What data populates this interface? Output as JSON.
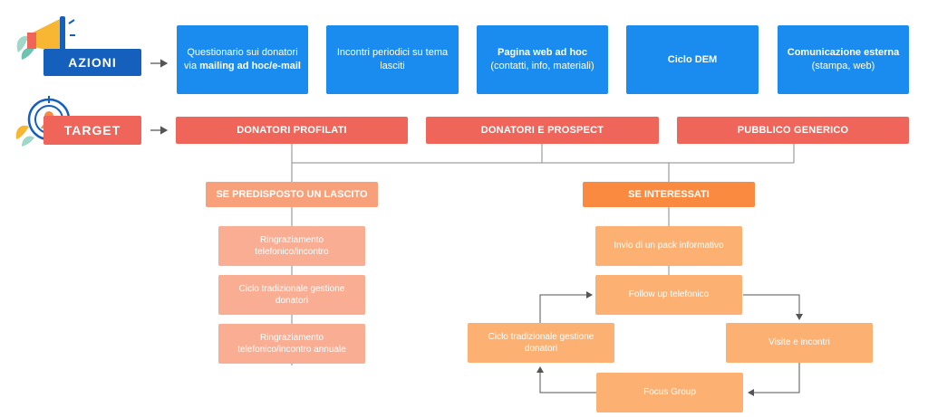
{
  "rows": {
    "azioni_label": "AZIONI",
    "target_label": "TARGET"
  },
  "azioni": [
    {
      "pre": "Questionario sui donatori via ",
      "bold": "mailing ad hoc/e-mail",
      "post": ""
    },
    {
      "pre": "Incontri periodici su tema lasciti",
      "bold": "",
      "post": ""
    },
    {
      "pre": "",
      "bold": "Pagina web ad hoc",
      "post": "(contatti, info, materiali)"
    },
    {
      "pre": "",
      "bold": "Ciclo DEM",
      "post": ""
    },
    {
      "pre": "",
      "bold": "Comunicazione esterna",
      "post": "(stampa, web)"
    }
  ],
  "targets": [
    "DONATORI PROFILATI",
    "DONATORI E PROSPECT",
    "PUBBLICO GENERICO"
  ],
  "branches": {
    "left_header": "SE PREDISPOSTO UN LASCITO",
    "right_header": "SE INTERESSATI"
  },
  "left_steps": [
    "Ringraziamento telefonico/incontro",
    "Ciclo tradizionale gestione donatori",
    "Ringraziamento telefonico/incontro annuale"
  ],
  "right_steps": {
    "pack": "Invio di un pack informativo",
    "follow_up": "Follow up telefonico",
    "ciclo": "Ciclo tradizionale gestione donatori",
    "visite": "Visite e incontri",
    "focus": "Focus Group"
  },
  "icons": {
    "azioni": "megaphone-icon",
    "target": "target-person-icon"
  },
  "colors": {
    "blue": "#1a8cf0",
    "red": "#f0655a",
    "orange": "#f98a3f",
    "peach": "#f9ad93",
    "sand": "#fcb072",
    "navy": "#1560bd"
  }
}
